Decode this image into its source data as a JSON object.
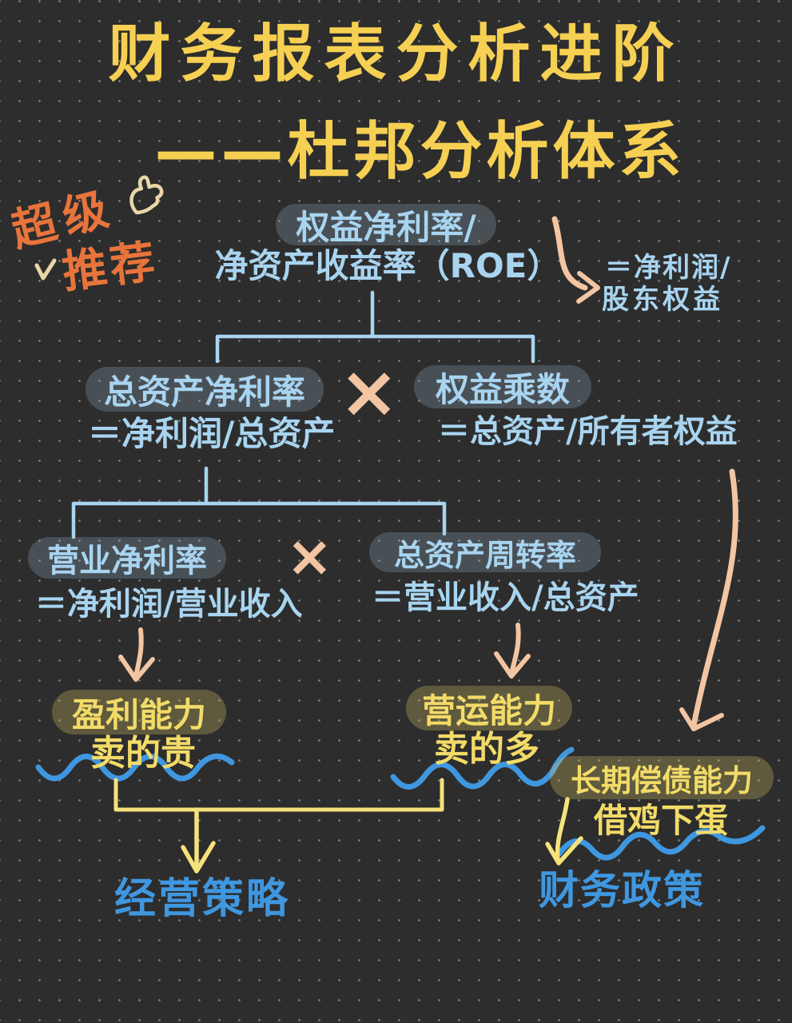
{
  "title": {
    "line1": "财务报表分析进阶",
    "line2": "——杜邦分析体系"
  },
  "badge": {
    "line1": "超级",
    "line2": "推荐",
    "icon": "thumbs-up"
  },
  "root": {
    "label": "权益净利率/",
    "subtitle": "净资产收益率（ROE）",
    "note_line1": "＝净利润/",
    "note_line2": "股东权益"
  },
  "level2": {
    "left": {
      "label": "总资产净利率",
      "formula": "＝净利润/总资产"
    },
    "operator": "×",
    "right": {
      "label": "权益乘数",
      "formula": "＝总资产/所有者权益"
    }
  },
  "level3": {
    "left": {
      "label": "营业净利率",
      "formula": "＝净利润/营业收入"
    },
    "operator": "×",
    "right": {
      "label": "总资产周转率",
      "formula": "＝营业收入/总资产"
    }
  },
  "abilities": {
    "profitability": {
      "label": "盈利能力",
      "note": "卖的贵"
    },
    "operating": {
      "label": "营运能力",
      "note": "卖的多"
    },
    "solvency": {
      "label": "长期偿债能力",
      "note": "借鸡下蛋"
    }
  },
  "outcomes": {
    "strategy": "经营策略",
    "policy": "财务政策"
  },
  "colors": {
    "background": "#2d2d2d",
    "title_yellow": "#f6d052",
    "text_blue": "#a8d4f0",
    "pill_blue_bg": "rgba(150,180,205,0.26)",
    "pill_olive_bg": "rgba(212,195,98,0.30)",
    "olive_text": "#f2db68",
    "peach_arrow": "#f3c5a2",
    "wave_blue": "#3f97e0",
    "arrow_yellow": "#f5e27a",
    "badge_orange": "#e8743c",
    "cream": "#ead7a6"
  }
}
